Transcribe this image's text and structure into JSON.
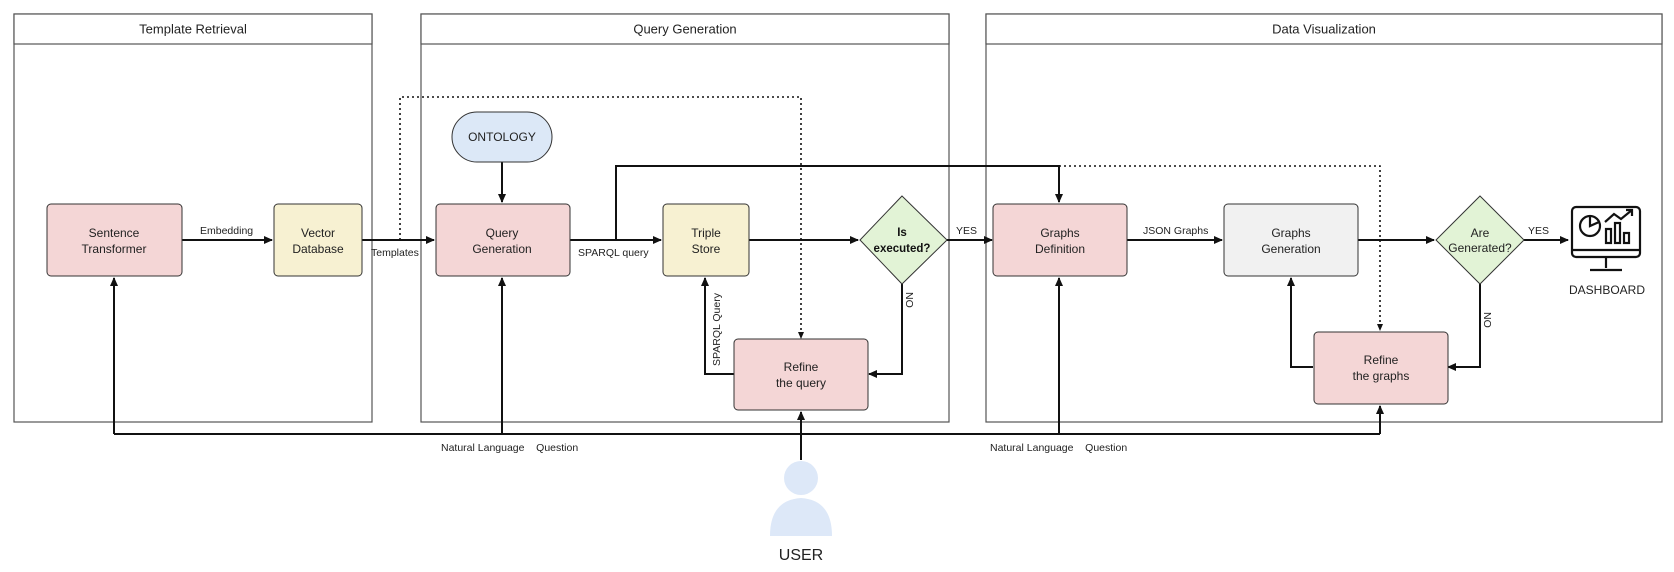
{
  "panels": {
    "template_retrieval": "Template Retrieval",
    "query_generation": "Query Generation",
    "data_visualization": "Data Visualization"
  },
  "nodes": {
    "sentence_transformer": [
      "Sentence",
      "Transformer"
    ],
    "vector_database": [
      "Vector",
      "Database"
    ],
    "ontology": "ONTOLOGY",
    "query_generation": [
      "Query",
      "Generation"
    ],
    "triple_store": [
      "Triple",
      "Store"
    ],
    "is_executed": [
      "Is",
      "executed?"
    ],
    "refine_query": [
      "Refine",
      "the query"
    ],
    "graphs_definition": [
      "Graphs",
      "Definition"
    ],
    "graphs_generation": [
      "Graphs",
      "Generation"
    ],
    "are_generated": [
      "Are",
      "Generated?"
    ],
    "refine_graphs": [
      "Refine",
      "the graphs"
    ],
    "dashboard": "DASHBOARD",
    "user": "USER"
  },
  "edge_labels": {
    "embedding": "Embedding",
    "templates": "Templates",
    "sparql_query": "SPARQL query",
    "sparql_query_vertical": "SPARQL Query",
    "yes_1": "YES",
    "no_1": "NO",
    "json_graphs": "JSON Graphs",
    "yes_2": "YES",
    "no_2": "NO",
    "nl_question_1": "Natural Language    Question",
    "nl_question_2": "Natural Language    Question"
  },
  "colors": {
    "process_pink": "#f4d6d6",
    "store_cream": "#f7f1d2",
    "neutral_grey": "#f1f1f1",
    "ontology_blue": "#dce8f7",
    "decision_green": "#e2f3d6",
    "user_blue": "#dde8f8"
  }
}
